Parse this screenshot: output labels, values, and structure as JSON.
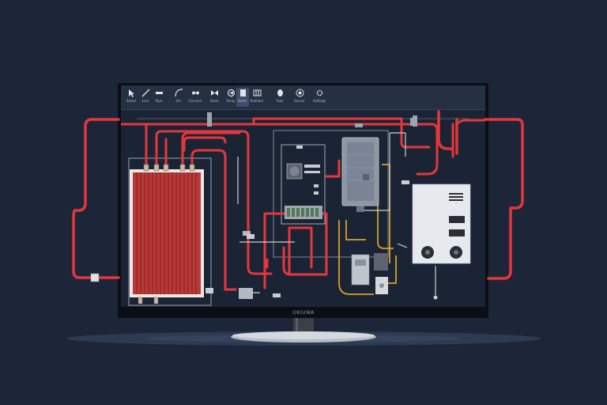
{
  "window": {
    "brand": "OKIUWA"
  },
  "toolbar": {
    "buttons": [
      {
        "icon": "cursor-icon",
        "label": "Select"
      },
      {
        "icon": "line-icon",
        "label": "Line"
      },
      {
        "icon": "pipe-icon",
        "label": "Pipe"
      },
      {
        "icon": "arc-icon",
        "label": "Arc"
      },
      {
        "icon": "connector-icon",
        "label": "Connect"
      },
      {
        "icon": "valve-icon",
        "label": "Valve"
      },
      {
        "icon": "pump-icon",
        "label": "Pump"
      },
      {
        "icon": "boiler-icon",
        "label": "Boiler"
      },
      {
        "icon": "radiator-icon",
        "label": "Radiator"
      },
      {
        "icon": "tank-icon",
        "label": "Tank"
      },
      {
        "icon": "sensor-icon",
        "label": "Sensor"
      },
      {
        "icon": "gear-icon",
        "label": "Settings"
      }
    ]
  },
  "colors": {
    "background": "#1c2638",
    "screen": "#1b2434",
    "hot_pipe": "#e4373c",
    "supply_pipe": "#d8a12a",
    "cold_pipe": "#c9ced6",
    "radiator": "#b83a38"
  }
}
